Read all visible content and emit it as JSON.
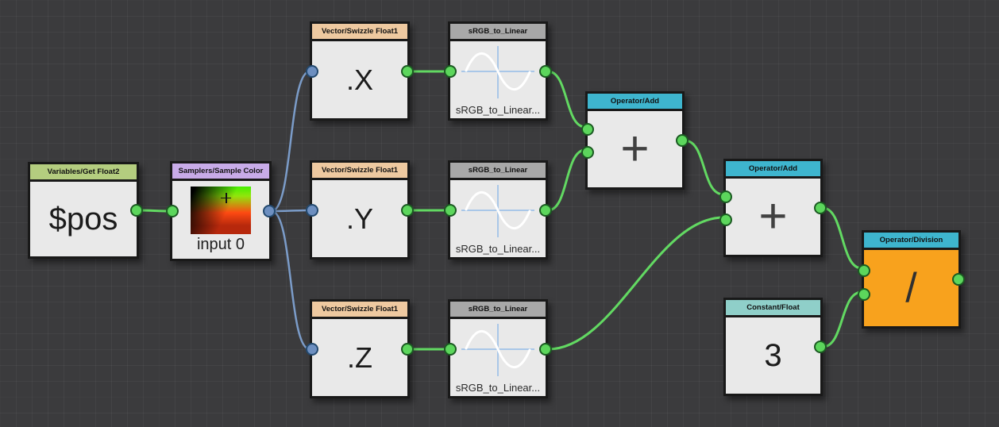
{
  "canvas": {
    "background": "#3b3b3d",
    "grid_line": "#47474b"
  },
  "colors": {
    "node_body": "#e9e9e9",
    "node_border": "#191919",
    "wire_green": "#62d962",
    "wire_blue": "#7b9cc9",
    "port_green": "#5cd65c",
    "port_green_ring": "#1b5a22",
    "port_blue": "#6d8fc0",
    "port_blue_ring": "#23496e",
    "header_variables": "#b4cd7f",
    "header_samplers": "#c8abe8",
    "header_vector": "#eec9a0",
    "header_srgb": "#a8a8a8",
    "header_operator": "#3eb5ce",
    "header_constant": "#8fcfc9",
    "division_body": "#f8a21d",
    "curve_axis": "#a9c7e8",
    "curve_line": "#ffffff"
  },
  "nodes": {
    "get_float2": {
      "title": "Variables/Get Float2",
      "value": "$pos"
    },
    "sample_color": {
      "title": "Samplers/Sample Color",
      "caption": "input 0"
    },
    "swizzle_x": {
      "title": "Vector/Swizzle Float1",
      "value": ".X"
    },
    "swizzle_y": {
      "title": "Vector/Swizzle Float1",
      "value": ".Y"
    },
    "swizzle_z": {
      "title": "Vector/Swizzle Float1",
      "value": ".Z"
    },
    "srgb_1": {
      "title": "sRGB_to_Linear",
      "caption": "sRGB_to_Linear..."
    },
    "srgb_2": {
      "title": "sRGB_to_Linear",
      "caption": "sRGB_to_Linear..."
    },
    "srgb_3": {
      "title": "sRGB_to_Linear",
      "caption": "sRGB_to_Linear..."
    },
    "add_1": {
      "title": "Operator/Add",
      "value": "+"
    },
    "add_2": {
      "title": "Operator/Add",
      "value": "+"
    },
    "constant_float": {
      "title": "Constant/Float",
      "value": "3"
    },
    "division": {
      "title": "Operator/Division",
      "value": "/"
    }
  },
  "connections": [
    {
      "from": "get_float2",
      "to": "sample_color",
      "color": "green"
    },
    {
      "from": "sample_color",
      "to": "swizzle_x",
      "color": "blue"
    },
    {
      "from": "sample_color",
      "to": "swizzle_y",
      "color": "blue"
    },
    {
      "from": "sample_color",
      "to": "swizzle_z",
      "color": "blue"
    },
    {
      "from": "swizzle_x",
      "to": "srgb_1",
      "color": "green"
    },
    {
      "from": "swizzle_y",
      "to": "srgb_2",
      "color": "green"
    },
    {
      "from": "swizzle_z",
      "to": "srgb_3",
      "color": "green"
    },
    {
      "from": "srgb_1",
      "to": "add_1",
      "color": "green"
    },
    {
      "from": "srgb_2",
      "to": "add_1",
      "color": "green"
    },
    {
      "from": "add_1",
      "to": "add_2",
      "color": "green"
    },
    {
      "from": "srgb_3",
      "to": "add_2",
      "color": "green"
    },
    {
      "from": "add_2",
      "to": "division",
      "color": "green"
    },
    {
      "from": "constant_float",
      "to": "division",
      "color": "green"
    }
  ]
}
